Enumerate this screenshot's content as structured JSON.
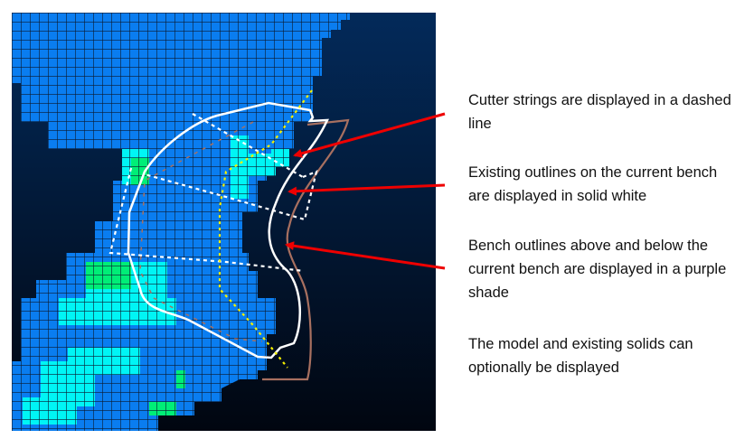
{
  "figure": {
    "description_labels": {
      "cutter_strings": "Cutter strings are displayed in a dashed line",
      "existing_outlines": "Existing outlines on the current bench are displayed in solid white",
      "bench_outlines": "Bench outlines above and below the current bench are displayed in a purple shade",
      "model_solids": "The model and existing solids can optionally be displayed"
    },
    "colors": {
      "background_top": "#032a5a",
      "background_bottom": "#010610",
      "block": "#0a7df0",
      "block_cyan": "#00f5f5",
      "block_green": "#00ee77",
      "outline_current": "#ffffff",
      "outline_adjacent": "#a87060",
      "cutter_string": "#ffffff",
      "cutter_string_alt": "#f5f000",
      "arrow": "#ee0000"
    }
  }
}
